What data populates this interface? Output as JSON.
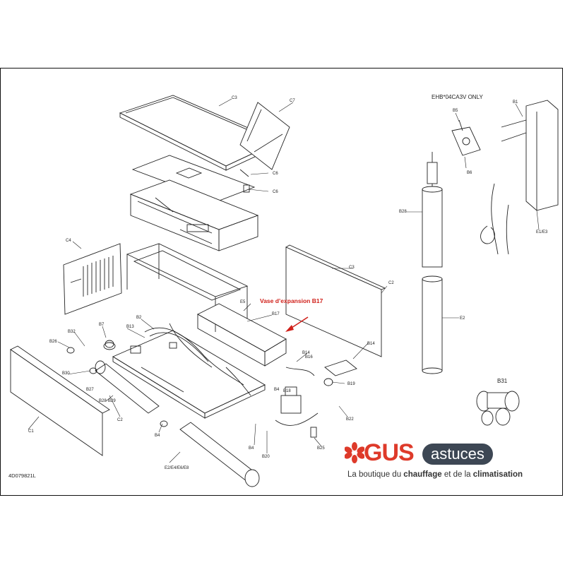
{
  "header_note": "EHB*04CA3V ONLY",
  "drawing_ref": "4D079821L",
  "callout": {
    "text": "Vase d’expansion B17",
    "color": "#d0201a"
  },
  "part_labels": {
    "c1": "C1",
    "c2a": "C2",
    "c2b": "C2",
    "c3a": "C3",
    "c3b": "C3",
    "c4": "C4",
    "c6a": "C6",
    "c6b": "C6",
    "c7": "C7",
    "b1": "B1",
    "b2": "B2",
    "b4a": "B4",
    "b4b": "B4",
    "b4c": "B4",
    "b5": "B5",
    "b6": "B6",
    "b7": "B7",
    "b13": "B13",
    "b14a": "B14",
    "b14b": "B14",
    "b16": "B16",
    "b17": "B17",
    "b18": "B18",
    "b19": "B19",
    "b20": "B20",
    "b22": "B22",
    "b25": "B25",
    "b26": "B26",
    "b27": "B27",
    "b28a": "B28",
    "b28b": "B28",
    "b29": "B29",
    "b30": "B30",
    "b31": "B31",
    "b32": "B32",
    "e1e3": "E1/E3",
    "e2": "E2",
    "e5": "E5",
    "e2e4e6e8": "E2/E4/E6/E8"
  },
  "logo": {
    "brand": "GUS",
    "suffix": "astuces",
    "tagline_pre": "La boutique du ",
    "tagline_b1": "chauffage",
    "tagline_mid": " et de la ",
    "tagline_b2": "climatisation",
    "accent": "#de3a2a",
    "dark": "#3d4754"
  }
}
